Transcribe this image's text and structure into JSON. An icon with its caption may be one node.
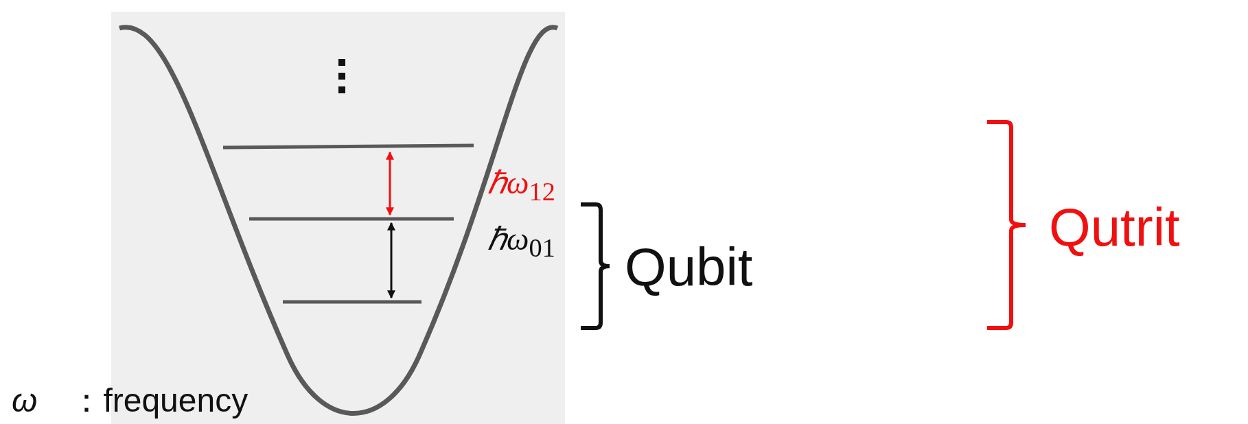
{
  "diagram": {
    "labels": [
      "*ℏω*$_{12}$",
      "*ℏω*$_{01}$",
      "Qubit",
      "Qutrit",
      "*ω*　：frequency"
    ]
  }
}
